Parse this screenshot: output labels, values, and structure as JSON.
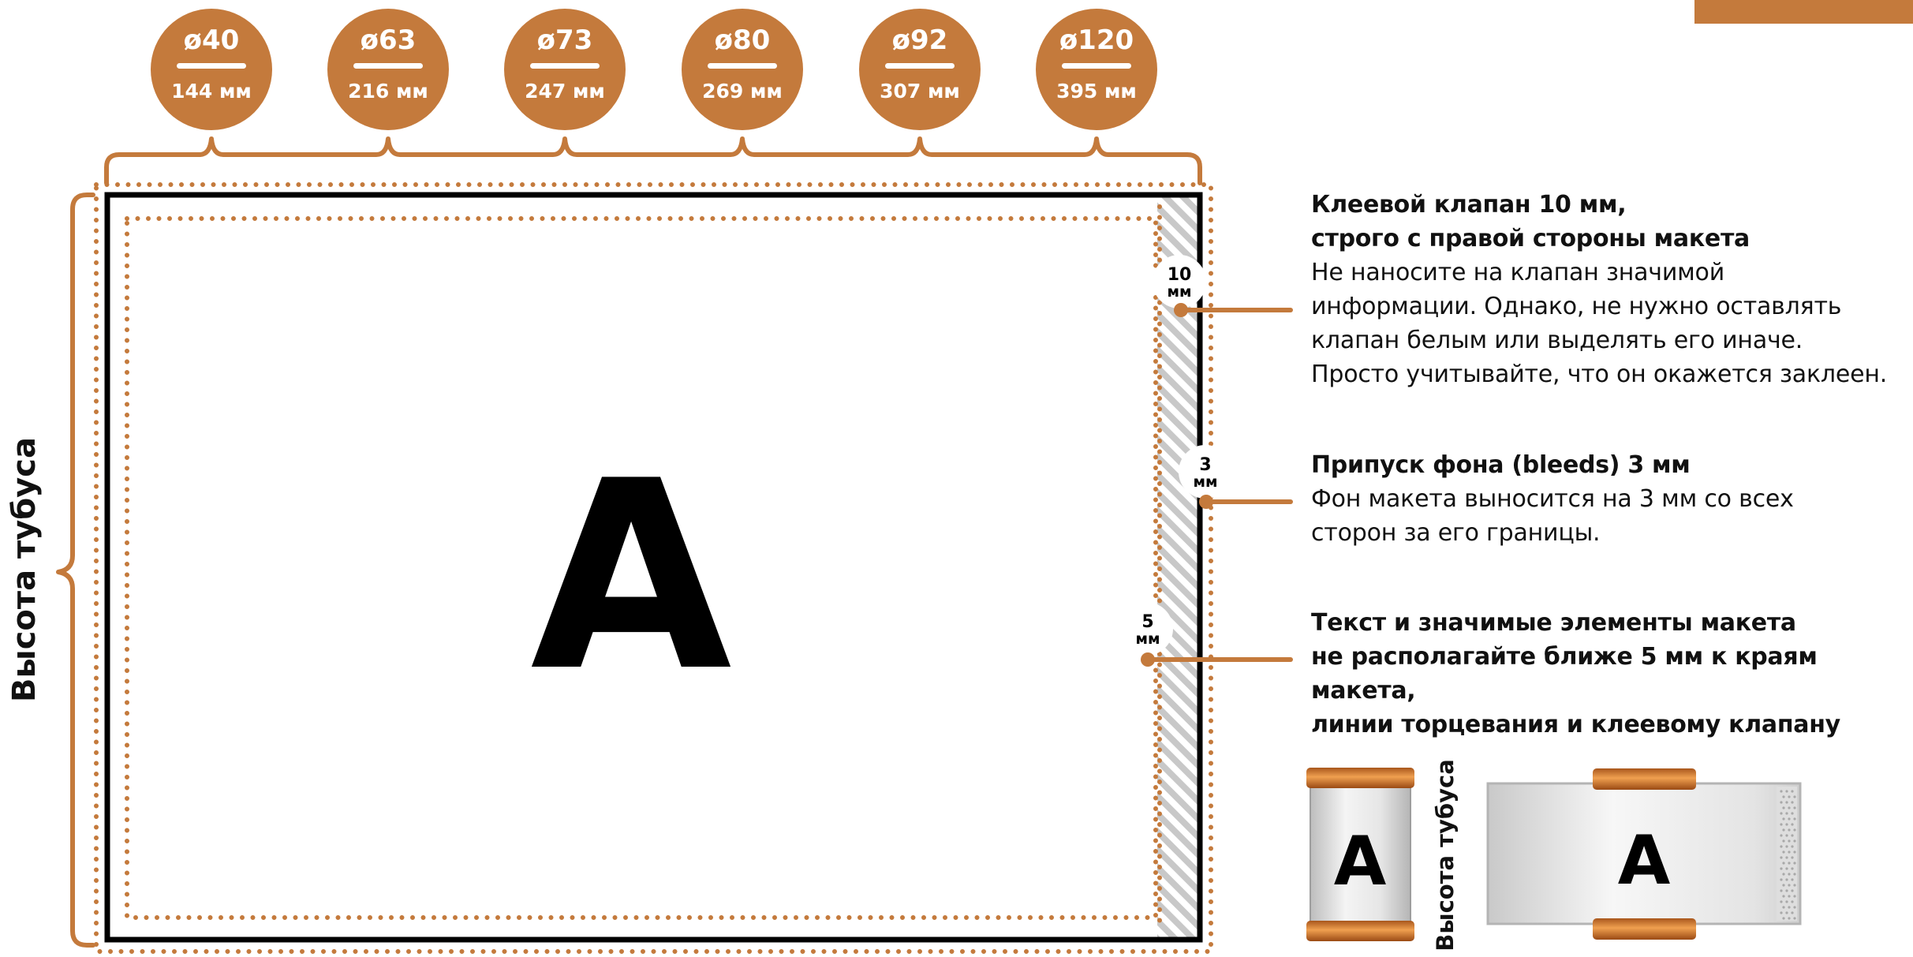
{
  "colors": {
    "accent": "#c47a3c",
    "ink": "#000000",
    "hatch": "#c8c8c8",
    "text": "#111111"
  },
  "diameters": [
    {
      "d": "ø40",
      "h": "144 мм"
    },
    {
      "d": "ø63",
      "h": "216 мм"
    },
    {
      "d": "ø73",
      "h": "247 мм"
    },
    {
      "d": "ø80",
      "h": "269 мм"
    },
    {
      "d": "ø92",
      "h": "307 мм"
    },
    {
      "d": "ø120",
      "h": "395 мм"
    }
  ],
  "layout_letter": "A",
  "vertical_label": "Высота тубуса",
  "markers": {
    "flap": {
      "num": "10",
      "unit": "мм"
    },
    "bleed": {
      "num": "3",
      "unit": "мм"
    },
    "safe": {
      "num": "5",
      "unit": "мм"
    }
  },
  "notes": {
    "flap": {
      "title_line1": "Клеевой клапан 10 мм,",
      "title_line2": "строго с правой стороны макета",
      "body": [
        "Не наносите на клапан значимой",
        "информации. Однако, не нужно оставлять",
        "клапан белым или выделять его иначе.",
        "Просто учитывайте, что он окажется заклеен."
      ]
    },
    "bleed": {
      "title": "Припуск фона (bleeds) 3 мм",
      "body": [
        "Фон макета выносится на 3 мм со всех",
        "сторон за его границы."
      ]
    },
    "safe": {
      "title": [
        "Текст и значимые элементы макета",
        "не располагайте ближе 5 мм к краям макета,",
        "линии торцевания и клеевому клапану"
      ]
    }
  },
  "preview": {
    "tube_letter": "A",
    "flat_letter": "A",
    "vertical_label": "Высота тубуса"
  }
}
